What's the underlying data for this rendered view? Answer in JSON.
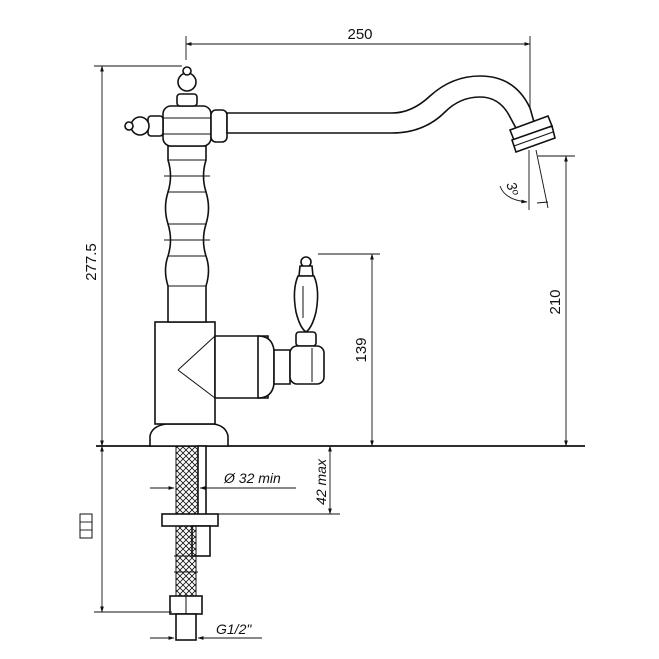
{
  "dimensions": {
    "width_label": "250",
    "total_height_label": "277.5",
    "spout_height_label": "210",
    "handle_height_label": "139",
    "hole_diameter_label": "Ø 32 min",
    "deck_thickness_label": "42 max",
    "connection_label": "G1/2\"",
    "swivel_angle_label": "3ᵒ"
  },
  "colors": {
    "line": "#111111",
    "background": "#ffffff"
  }
}
